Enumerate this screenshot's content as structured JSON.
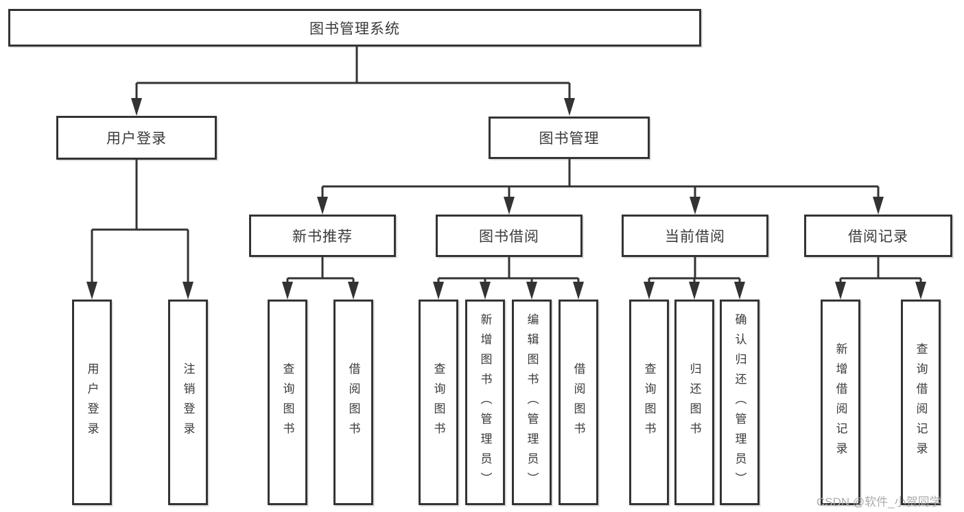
{
  "diagram": {
    "root": {
      "label": "图书管理系统",
      "children": [
        {
          "label": "用户登录",
          "children": [
            {
              "label": "用户登录"
            },
            {
              "label": "注销登录"
            }
          ]
        },
        {
          "label": "图书管理",
          "children": [
            {
              "label": "新书推荐",
              "children": [
                {
                  "label": "查询图书"
                },
                {
                  "label": "借阅图书"
                }
              ]
            },
            {
              "label": "图书借阅",
              "children": [
                {
                  "label": "查询图书"
                },
                {
                  "label": "新增图书（管理员）"
                },
                {
                  "label": "编辑图书（管理员）"
                },
                {
                  "label": "借阅图书"
                }
              ]
            },
            {
              "label": "当前借阅",
              "children": [
                {
                  "label": "查询图书"
                },
                {
                  "label": "归还图书"
                },
                {
                  "label": "确认归还（管理员）"
                }
              ]
            },
            {
              "label": "借阅记录",
              "children": [
                {
                  "label": "新增借阅记录"
                },
                {
                  "label": "查询借阅记录"
                }
              ]
            }
          ]
        }
      ]
    },
    "colors": {
      "line": "#333333",
      "text": "#3a3a3a",
      "watermark": "#ababab"
    }
  },
  "watermark": {
    "text": "CSDN @软件_小贺同学"
  }
}
